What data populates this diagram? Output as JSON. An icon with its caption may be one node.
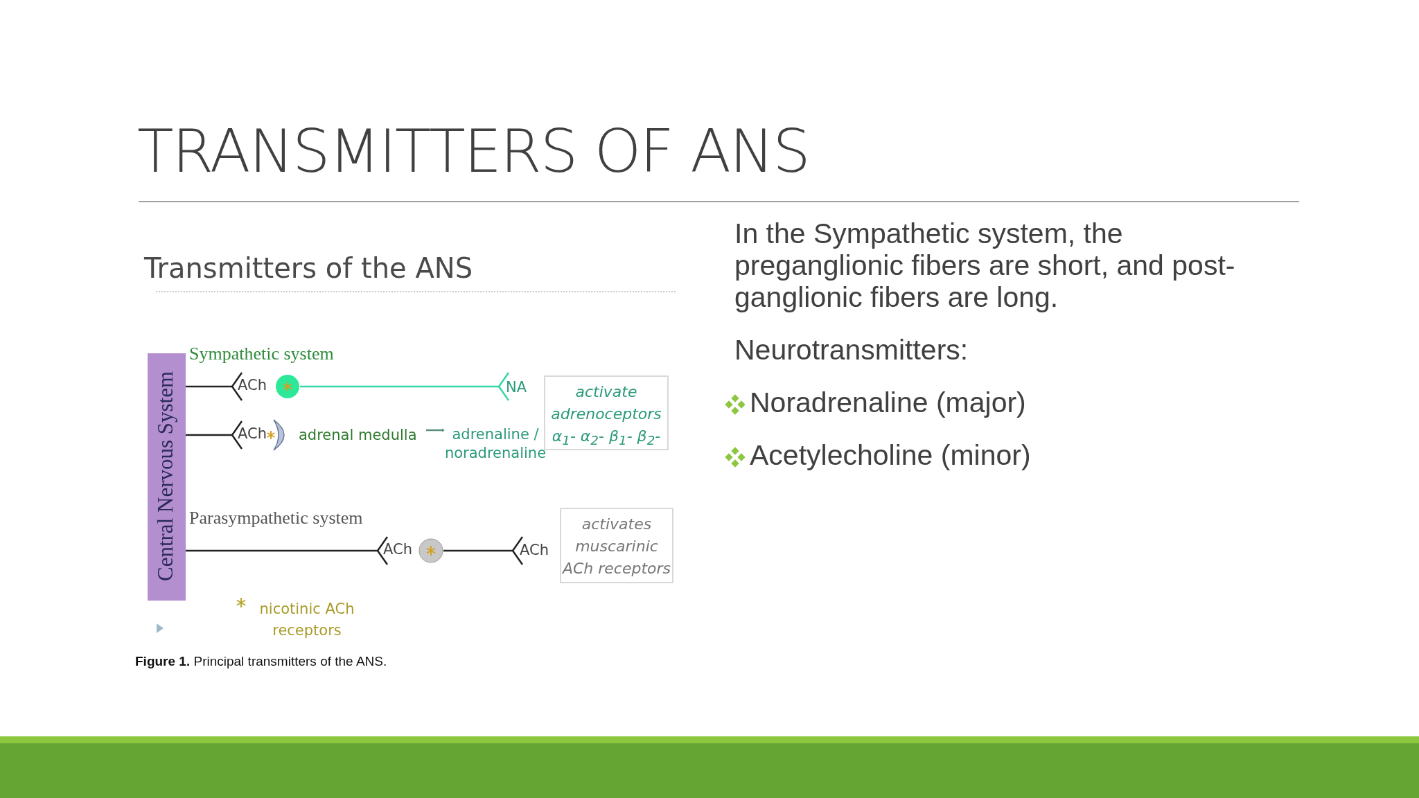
{
  "diagram": {
    "title": "TRANSMITTERS OF ANS",
    "caption": "**Figure 1.** Principal transmitters of the ANS.",
    "nodes": [
      {
        "text": [
          "Central Nervous System"
        ]
      },
      {
        "text": [],
        "shape": "circle",
        "beside": [
          "ACh"
        ]
      },
      {
        "text": [
          "NA"
        ]
      },
      {
        "text": [
          "activate adrenoceptors",
          "α$_{1}$- α$_{2}$- β$_{1}$- β$_{2}$-"
        ]
      },
      {
        "text": [],
        "shape": "crescent",
        "beside": [
          "ACh",
          "adrenal medulla"
        ]
      },
      {
        "text": [
          "adrenaline / noradrenaline"
        ]
      },
      {
        "text": [],
        "shape": "circle",
        "beside": [
          "ACh"
        ]
      },
      {
        "text": [
          "ACh"
        ]
      },
      {
        "text": [
          "activates muscarinic ACh receptors"
        ]
      }
    ],
    "edges": [
      {
        "from": 0,
        "to": 1,
        "arrow": "other"
      },
      {
        "from": 1,
        "to": 2,
        "arrow": "other",
        "color": "#33d6a6"
      },
      {
        "from": 0,
        "to": 4,
        "arrow": "other"
      },
      {
        "from": 4,
        "to": 5,
        "arrow": "to",
        "color": "#5a8f80"
      },
      {
        "from": 0,
        "to": 6,
        "arrow": "other"
      },
      {
        "from": 6,
        "to": 7,
        "arrow": "other"
      }
    ],
    "labels": [
      "Transmitters of the ANS",
      "Sympathetic system",
      "Parasympathetic system",
      "In the Sympathetic system, the preganglionic fibers are short, and post-ganglionic fibers are long.",
      "Neurotransmitters:",
      "Noradrenaline (major)",
      "Acetylecholine (minor)"
    ],
    "legend": [
      {
        "text": "nicotinic ACh receptors"
      }
    ]
  }
}
